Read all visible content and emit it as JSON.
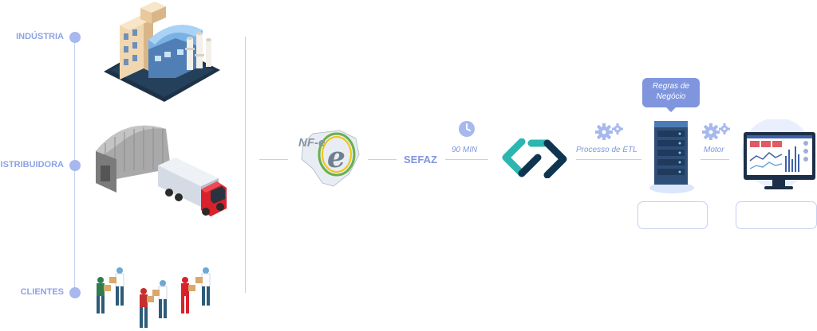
{
  "stages": [
    {
      "label": "INDÚSTRIA"
    },
    {
      "label": "DISTRIBUIDORA"
    },
    {
      "label": "CLIENTES"
    }
  ],
  "flow": {
    "nfe_logo_text": "NF-e",
    "sefaz": "SEFAZ",
    "interval": "90 MIN",
    "etl": "Processo de ETL",
    "motor": "Motor",
    "rules_callout": "Regras de Negócio"
  },
  "colors": {
    "accent": "#7f96df",
    "line": "#c6d0f1",
    "dot": "#a7b8ee",
    "logo_teal": "#2bb6b0",
    "logo_navy": "#0f3550",
    "truck_red": "#d9212c"
  },
  "icons": {
    "industry": "factory-illustration",
    "distribution": "warehouse-truck-illustration",
    "clients": "delivery-people-illustration",
    "clock": "clock-icon",
    "gears": "gears-icon",
    "server": "server-icon",
    "dashboard": "monitor-dashboard-icon"
  }
}
